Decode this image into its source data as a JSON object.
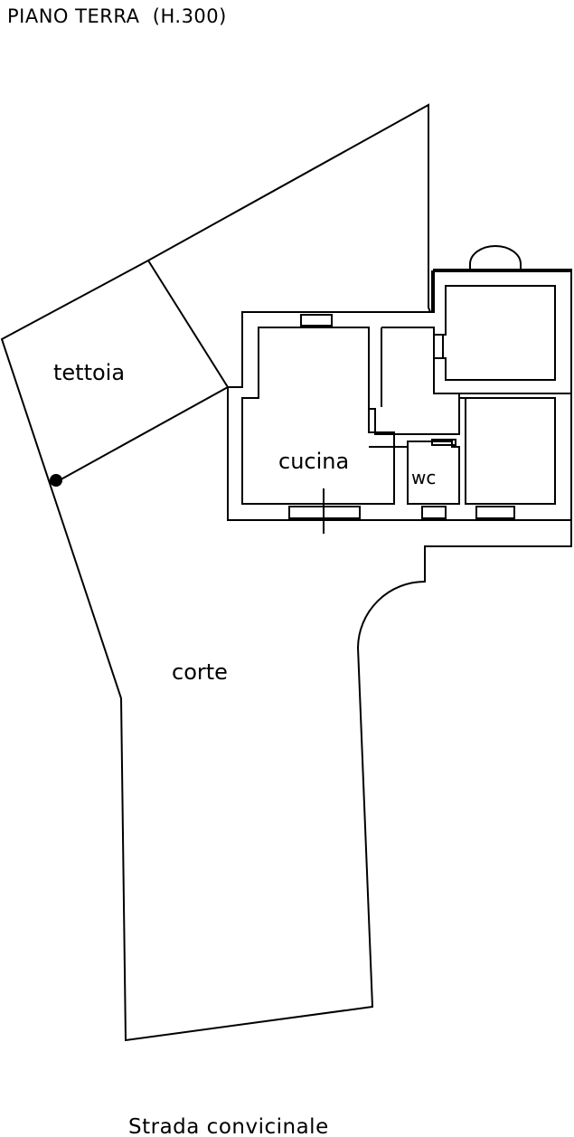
{
  "title": "PIANO TERRA  (H.300)",
  "rooms": {
    "tettoia": "tettoia",
    "cucina": "cucina",
    "wc": "wc",
    "corte": "corte"
  },
  "street": "Strada convicinale",
  "colors": {
    "line": "#000000",
    "background": "#ffffff"
  }
}
